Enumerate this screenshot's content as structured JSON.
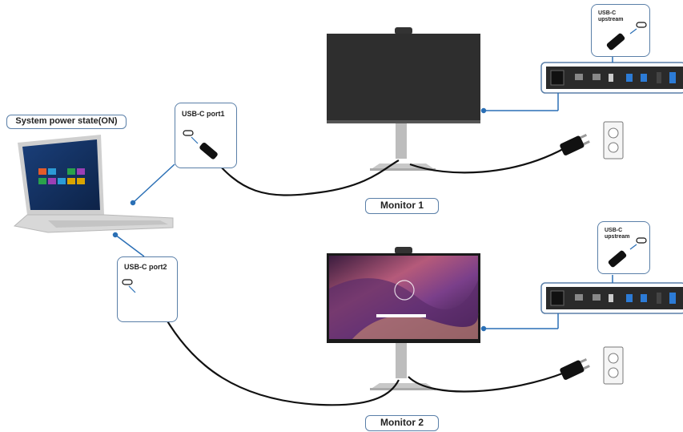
{
  "system_label": "System power state(ON)",
  "monitors": [
    {
      "name": "Monitor 1",
      "port_label": "USB-C port1",
      "upstream_label": "USB-C\nupstream"
    },
    {
      "name": "Monitor 2",
      "port_label": "USB-C port2",
      "upstream_label": "USB-C\nupstream"
    }
  ],
  "colors": {
    "accent": "#2a6fb5",
    "box_border": "#5a7fa8",
    "cable": "#111111"
  }
}
